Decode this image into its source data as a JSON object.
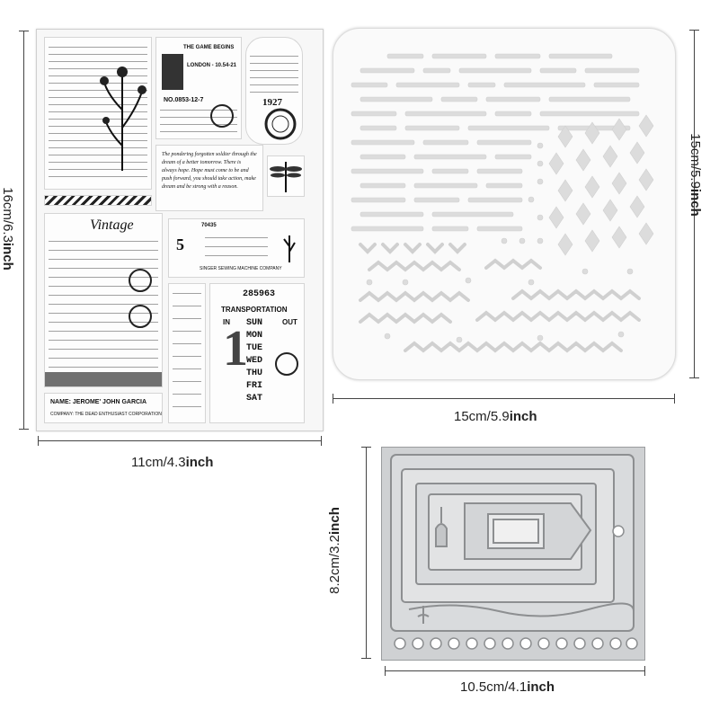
{
  "dimensions": {
    "sheet_height": {
      "metric": "16cm/6.3",
      "unit": "inch"
    },
    "sheet_width": {
      "metric": "11cm/4.3",
      "unit": "inch"
    },
    "stencil_height": {
      "metric": "15cm/5.9",
      "unit": "inch"
    },
    "stencil_width": {
      "metric": "15cm/5.9",
      "unit": "inch"
    },
    "die_height": {
      "metric": "8.2cm/3.2",
      "unit": "inch"
    },
    "die_width": {
      "metric": "10.5cm/4.1",
      "unit": "inch"
    }
  },
  "stamps": {
    "game_begins": "THE GAME BEGINS",
    "london": "LONDON - 10.54-21",
    "number_code": "NO.0853-12-7",
    "vintage": "Vintage",
    "ticket_number": "70435",
    "ticket_five": "5",
    "ticket_footer": "SINGER SEWING MACHINE COMPANY",
    "counter": "285963",
    "transportation": "TRANSPORTATION",
    "in_label": "IN",
    "out_label": "OUT",
    "days": [
      "SUN",
      "MON",
      "TUE",
      "WED",
      "THU",
      "FRI",
      "SAT"
    ],
    "big_numeral": "1",
    "name_line": "NAME:  JEROME' JOHN GARCIA",
    "company_line": "COMPANY:  THE DEAD ENTHUSIAST CORPORATION",
    "stamp_1927": "1927",
    "pondering_text": "The pondering forgotten soldier through the dream of a better tomorrow. There is always hope. Hope must come to be and push forward, you should take action, make dream and be strong with a reason."
  }
}
